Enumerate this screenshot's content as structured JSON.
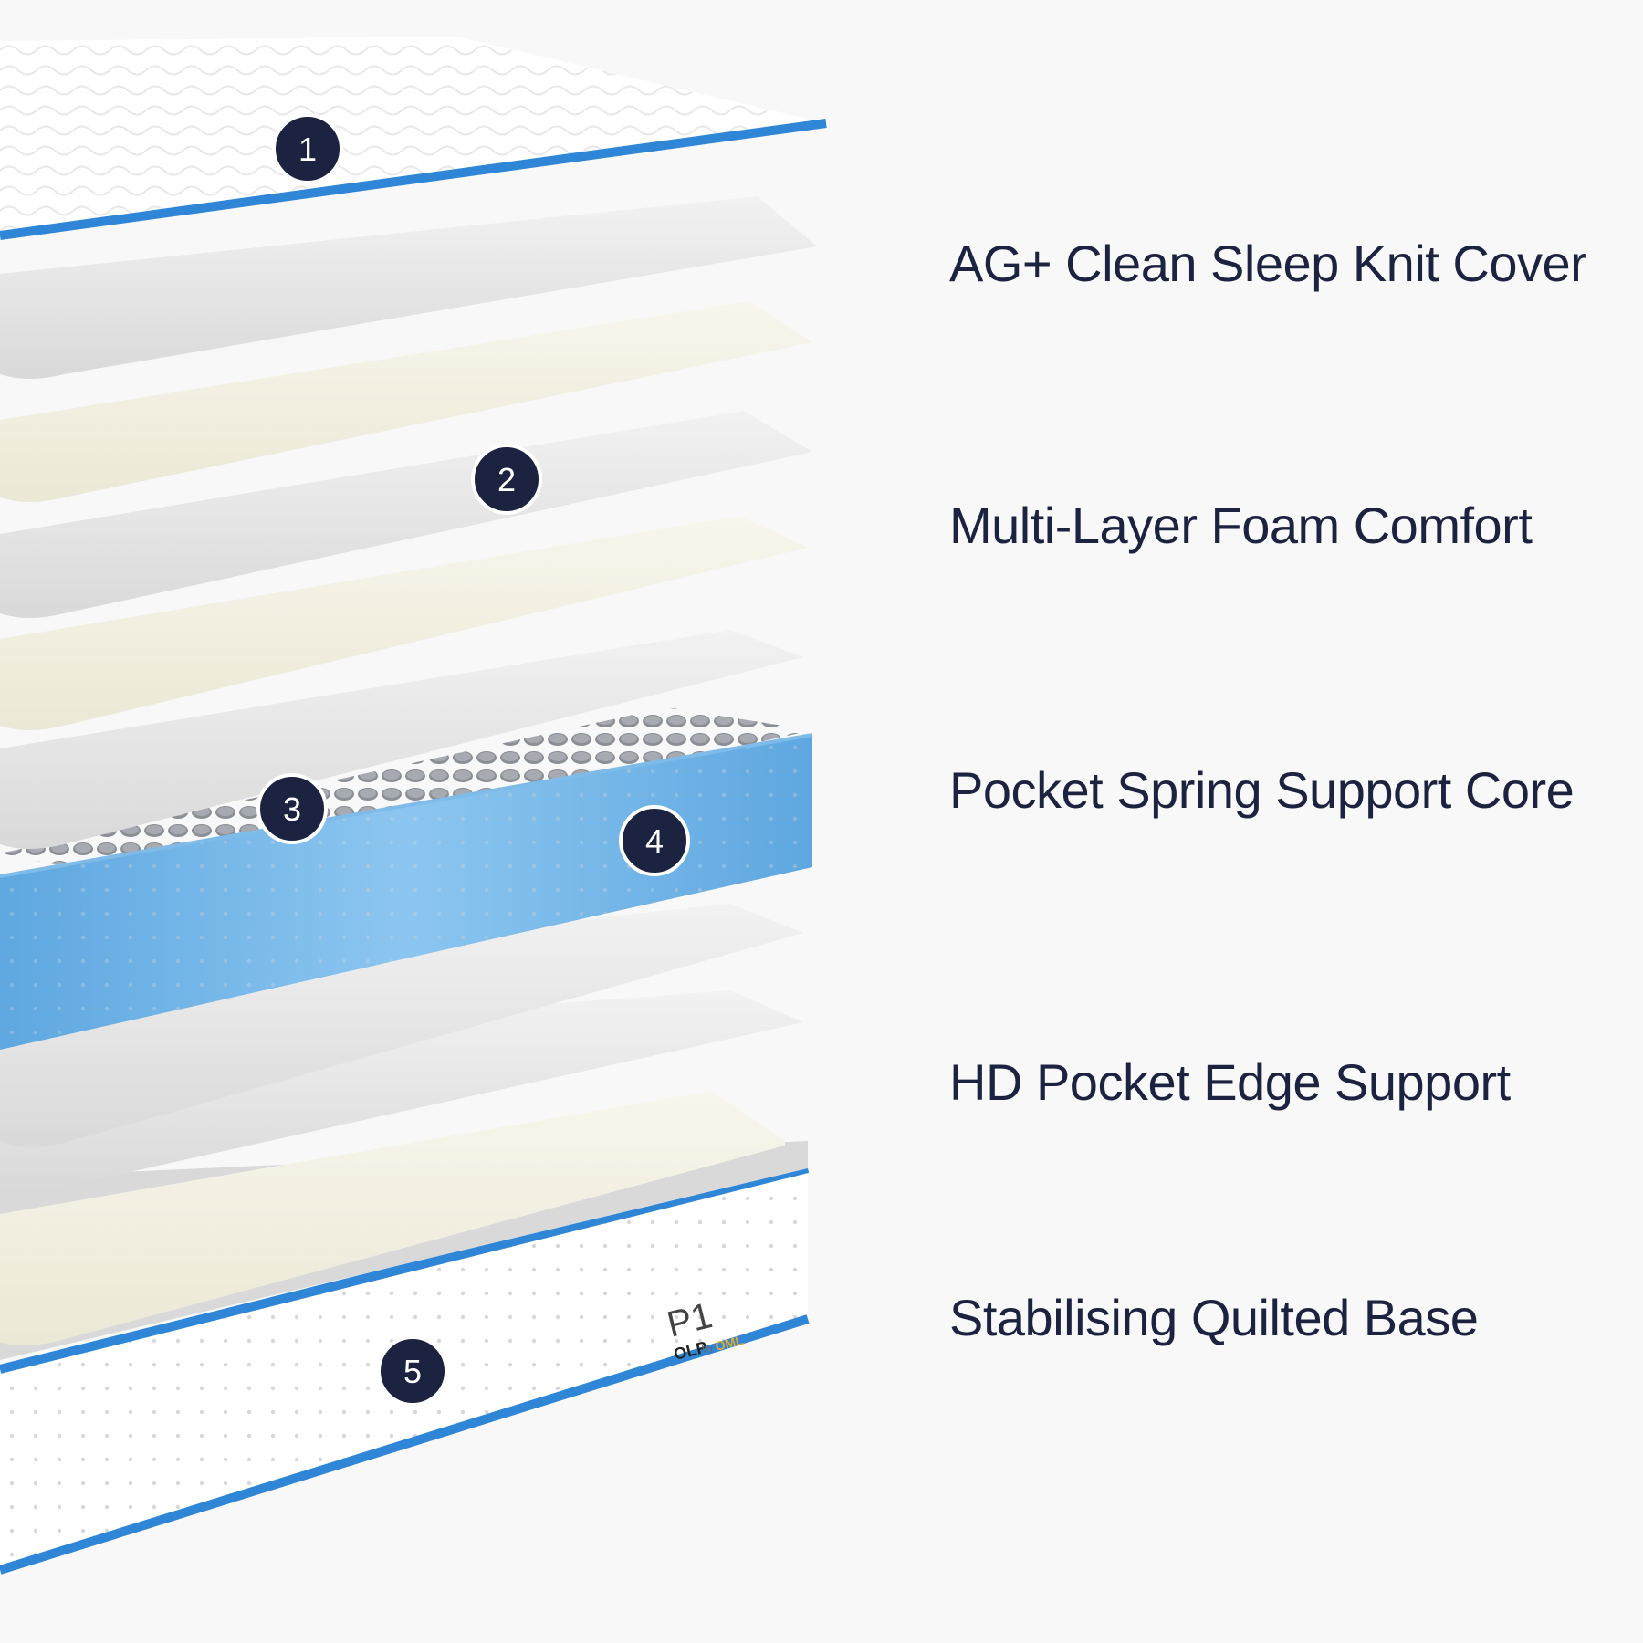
{
  "features": [
    {
      "number": "1",
      "label": "AG+ Clean Sleep Knit Cover"
    },
    {
      "number": "2",
      "label": "Multi-Layer Foam Comfort"
    },
    {
      "number": "3",
      "label": "Pocket Spring Support Core"
    },
    {
      "number": "4",
      "label": "HD Pocket Edge Support"
    },
    {
      "number": "5",
      "label": "Stabilising Quilted Base"
    }
  ],
  "brand": {
    "model": "P1",
    "name": "OLP",
    "by": "by",
    "maker": "OML"
  },
  "colors": {
    "background": "#f8f8f8",
    "text": "#1c2340",
    "badge": "#1c2340",
    "piping": "#2f86d6",
    "spring": "#6fb3e6",
    "foam_cream": "#f3f0e4",
    "foam_grey": "#eaeaea"
  }
}
